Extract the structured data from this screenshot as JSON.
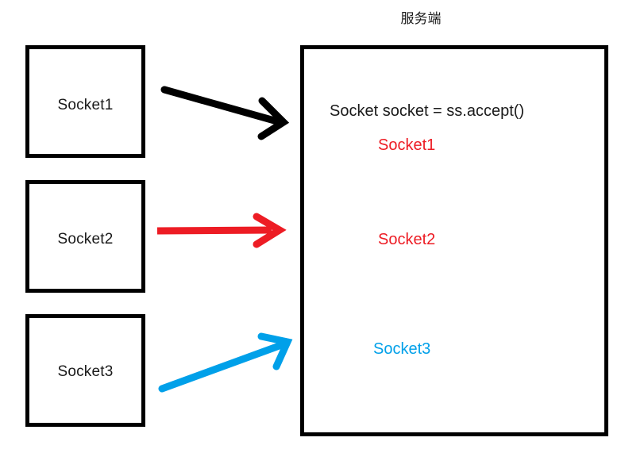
{
  "diagram": {
    "title": "服务端",
    "clients": [
      {
        "label": "Socket1",
        "name": "client-socket-1"
      },
      {
        "label": "Socket2",
        "name": "client-socket-2"
      },
      {
        "label": "Socket3",
        "name": "client-socket-3"
      }
    ],
    "server": {
      "title": "服务端",
      "code_line": "Socket socket = ss.accept()",
      "accepted": [
        {
          "label": "Socket1",
          "color": "#ED1C24"
        },
        {
          "label": "Socket2",
          "color": "#ED1C24"
        },
        {
          "label": "Socket3",
          "color": "#00A0E9"
        }
      ]
    },
    "arrows": [
      {
        "name": "arrow-socket1",
        "color": "#000000",
        "from": "Socket1",
        "to": "server"
      },
      {
        "name": "arrow-socket2",
        "color": "#ED1C24",
        "from": "Socket2",
        "to": "server"
      },
      {
        "name": "arrow-socket3",
        "color": "#00A0E9",
        "from": "Socket3",
        "to": "server"
      }
    ],
    "colors": {
      "outline": "#000000",
      "text": "#1a1a1a",
      "red": "#ED1C24",
      "blue": "#00A0E9",
      "background": "#ffffff"
    }
  }
}
